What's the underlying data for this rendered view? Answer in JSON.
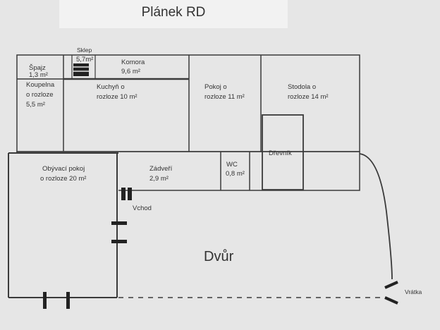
{
  "title": "Plánek RD",
  "rooms": {
    "spajz": {
      "line1": "Špajz",
      "line2": "1,3 m²"
    },
    "sklep": {
      "line1": "Sklep",
      "line2": "5,7m²"
    },
    "komora": {
      "line1": "Komora",
      "line2": "9,6 m²"
    },
    "koupelna": {
      "line1": "Koupelna",
      "line2": "o rozloze",
      "line3": "5,5 m²"
    },
    "kuchyn": {
      "line1": "Kuchyň o",
      "line2": "rozloze 10 m²"
    },
    "pokoj": {
      "line1": "Pokoj o",
      "line2": "rozloze 11 m²"
    },
    "stodola": {
      "line1": "Stodola o",
      "line2": "rozloze 14 m²"
    },
    "drevnik": {
      "line1": "Dřevník"
    },
    "obyvaci": {
      "line1": "Obývací pokoj",
      "line2": "o rozloze 20 m²"
    },
    "zadveri": {
      "line1": "Zádveří",
      "line2": "2,9 m²"
    },
    "wc": {
      "line1": "WC",
      "line2": "0,8 m²"
    }
  },
  "labels": {
    "vchod": "Vchod",
    "dvur": "Dvůr",
    "vratka": "Vrátka"
  }
}
